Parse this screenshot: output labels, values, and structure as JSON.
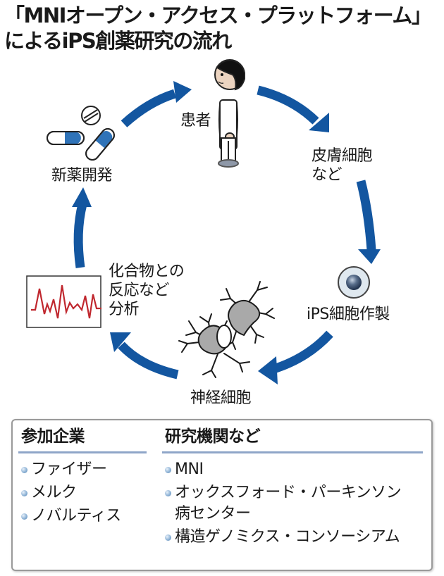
{
  "title": {
    "line1": "「MNIオープン・アクセス・プラットフォーム」",
    "line2": "によるiPS創薬研究の流れ"
  },
  "colors": {
    "arrow": "#1356a0",
    "capsule_blue": "#2f73b8",
    "wave": "#c0282f",
    "rule": "#8fa6c8",
    "neuron_fill": "#a9a9a9"
  },
  "cycle": {
    "steps": [
      {
        "id": "patient",
        "label": "患者",
        "icon": "person-icon"
      },
      {
        "id": "skin-cells",
        "label_line1": "皮膚細胞",
        "label_line2": "など",
        "icon": "none"
      },
      {
        "id": "ips",
        "label": "iPS細胞作製",
        "icon": "cell-icon"
      },
      {
        "id": "neurons",
        "label": "神経細胞",
        "icon": "neuron-icon"
      },
      {
        "id": "analysis",
        "label_line1": "化合物との",
        "label_line2": "反応など",
        "label_line3": "分析",
        "icon": "waveform-chart-icon"
      },
      {
        "id": "drug-dev",
        "label": "新薬開発",
        "icon": "pills-icon"
      }
    ]
  },
  "participants": {
    "companies": {
      "heading": "参加企業",
      "items": [
        "ファイザー",
        "メルク",
        "ノバルティス"
      ]
    },
    "institutions": {
      "heading": "研究機関など",
      "items": [
        {
          "line1": "MNI"
        },
        {
          "line1": "オックスフォード・パーキンソン",
          "line2": "病センター"
        },
        {
          "line1": "構造ゲノミクス・コンソーシアム"
        }
      ]
    }
  }
}
